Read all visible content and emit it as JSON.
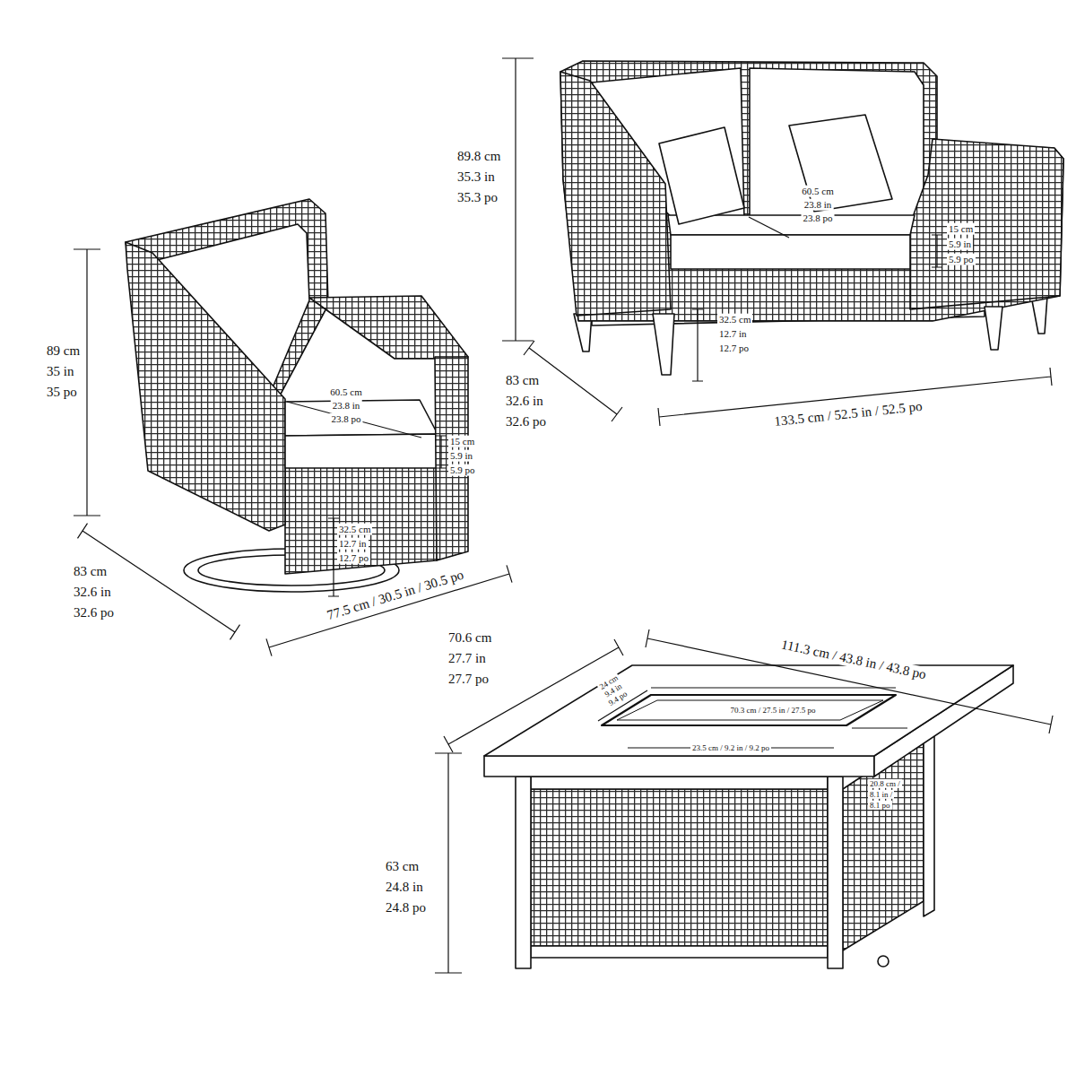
{
  "diagram": {
    "labels": [
      "89 cm",
      "35 in",
      "35 po",
      "60.5 cm",
      "23.8 in",
      "23.8 po",
      "15 cm",
      "5.9 in",
      "5.9 po",
      "32.5 cm",
      "12.7 in",
      "12.7 po",
      "83 cm",
      "32.6 in",
      "32.6 po",
      "77.5 cm / 30.5 in / 30.5 po",
      "89.8 cm",
      "35.3 in",
      "35.3 po",
      "60.5 cm",
      "23.8 in",
      "23.8 po",
      "15 cm",
      "5.9 in",
      "5.9 po",
      "32.5 cm",
      "12.7 in",
      "12.7 po",
      "83 cm",
      "32.6 in",
      "32.6 po",
      "133.5 cm / 52.5 in / 52.5 po",
      "70.6 cm",
      "27.7 in",
      "27.7 po",
      "111.3 cm / 43.8 in / 43.8 po",
      "24 cm",
      "9.4 in",
      "9.4 po",
      "70.3 cm / 27.5 in / 27.5 po",
      "23.5 cm / 9.2 in / 9.2 po",
      "20.8 cm /",
      "8.1 in /",
      "8.1 po",
      "63 cm",
      "24.8 in",
      "24.8 po"
    ]
  }
}
